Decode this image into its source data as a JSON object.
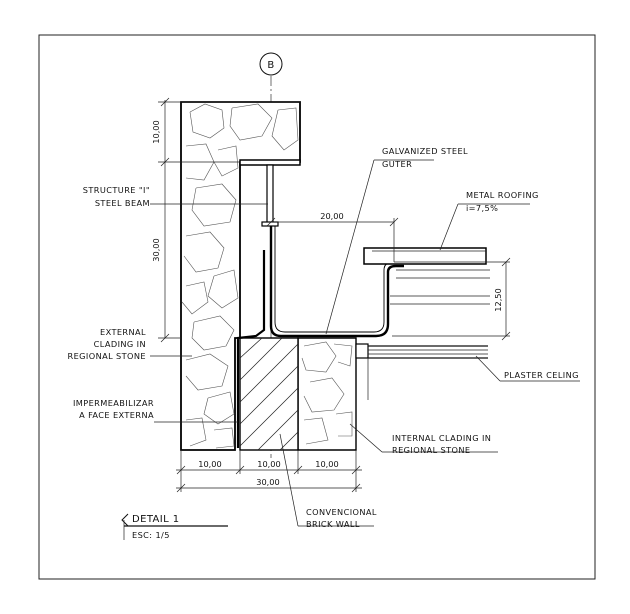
{
  "grid_marker": "B",
  "labels": {
    "gutter": [
      "GALVANIZED STEEL",
      "GUTER"
    ],
    "roofing": [
      "METAL ROOFING",
      "i=7,5%"
    ],
    "beam": [
      "STRUCTURE \"I\"",
      "STEEL BEAM"
    ],
    "ext_clading": [
      "EXTERNAL",
      "CLADING IN",
      "REGIONAL STONE"
    ],
    "impermeabilizar": [
      "IMPERMEABILIZAR",
      "A FACE EXTERNA"
    ],
    "plaster": [
      "PLASTER CELING"
    ],
    "int_clading": [
      "INTERNAL CLADING IN",
      "REGIONAL STONE"
    ],
    "brick": [
      "CONVENCIONAL",
      "BRICK WALL"
    ]
  },
  "dimensions": {
    "top": "10,00",
    "mid": "30,00",
    "gutter_width": "20,00",
    "gutter_height": "12,50",
    "bottom_a": "10,00",
    "bottom_b": "10,00",
    "bottom_c": "10,00",
    "bottom_total": "30,00"
  },
  "title": {
    "name": "DETAIL 1",
    "scale": "ESC: 1/5"
  }
}
